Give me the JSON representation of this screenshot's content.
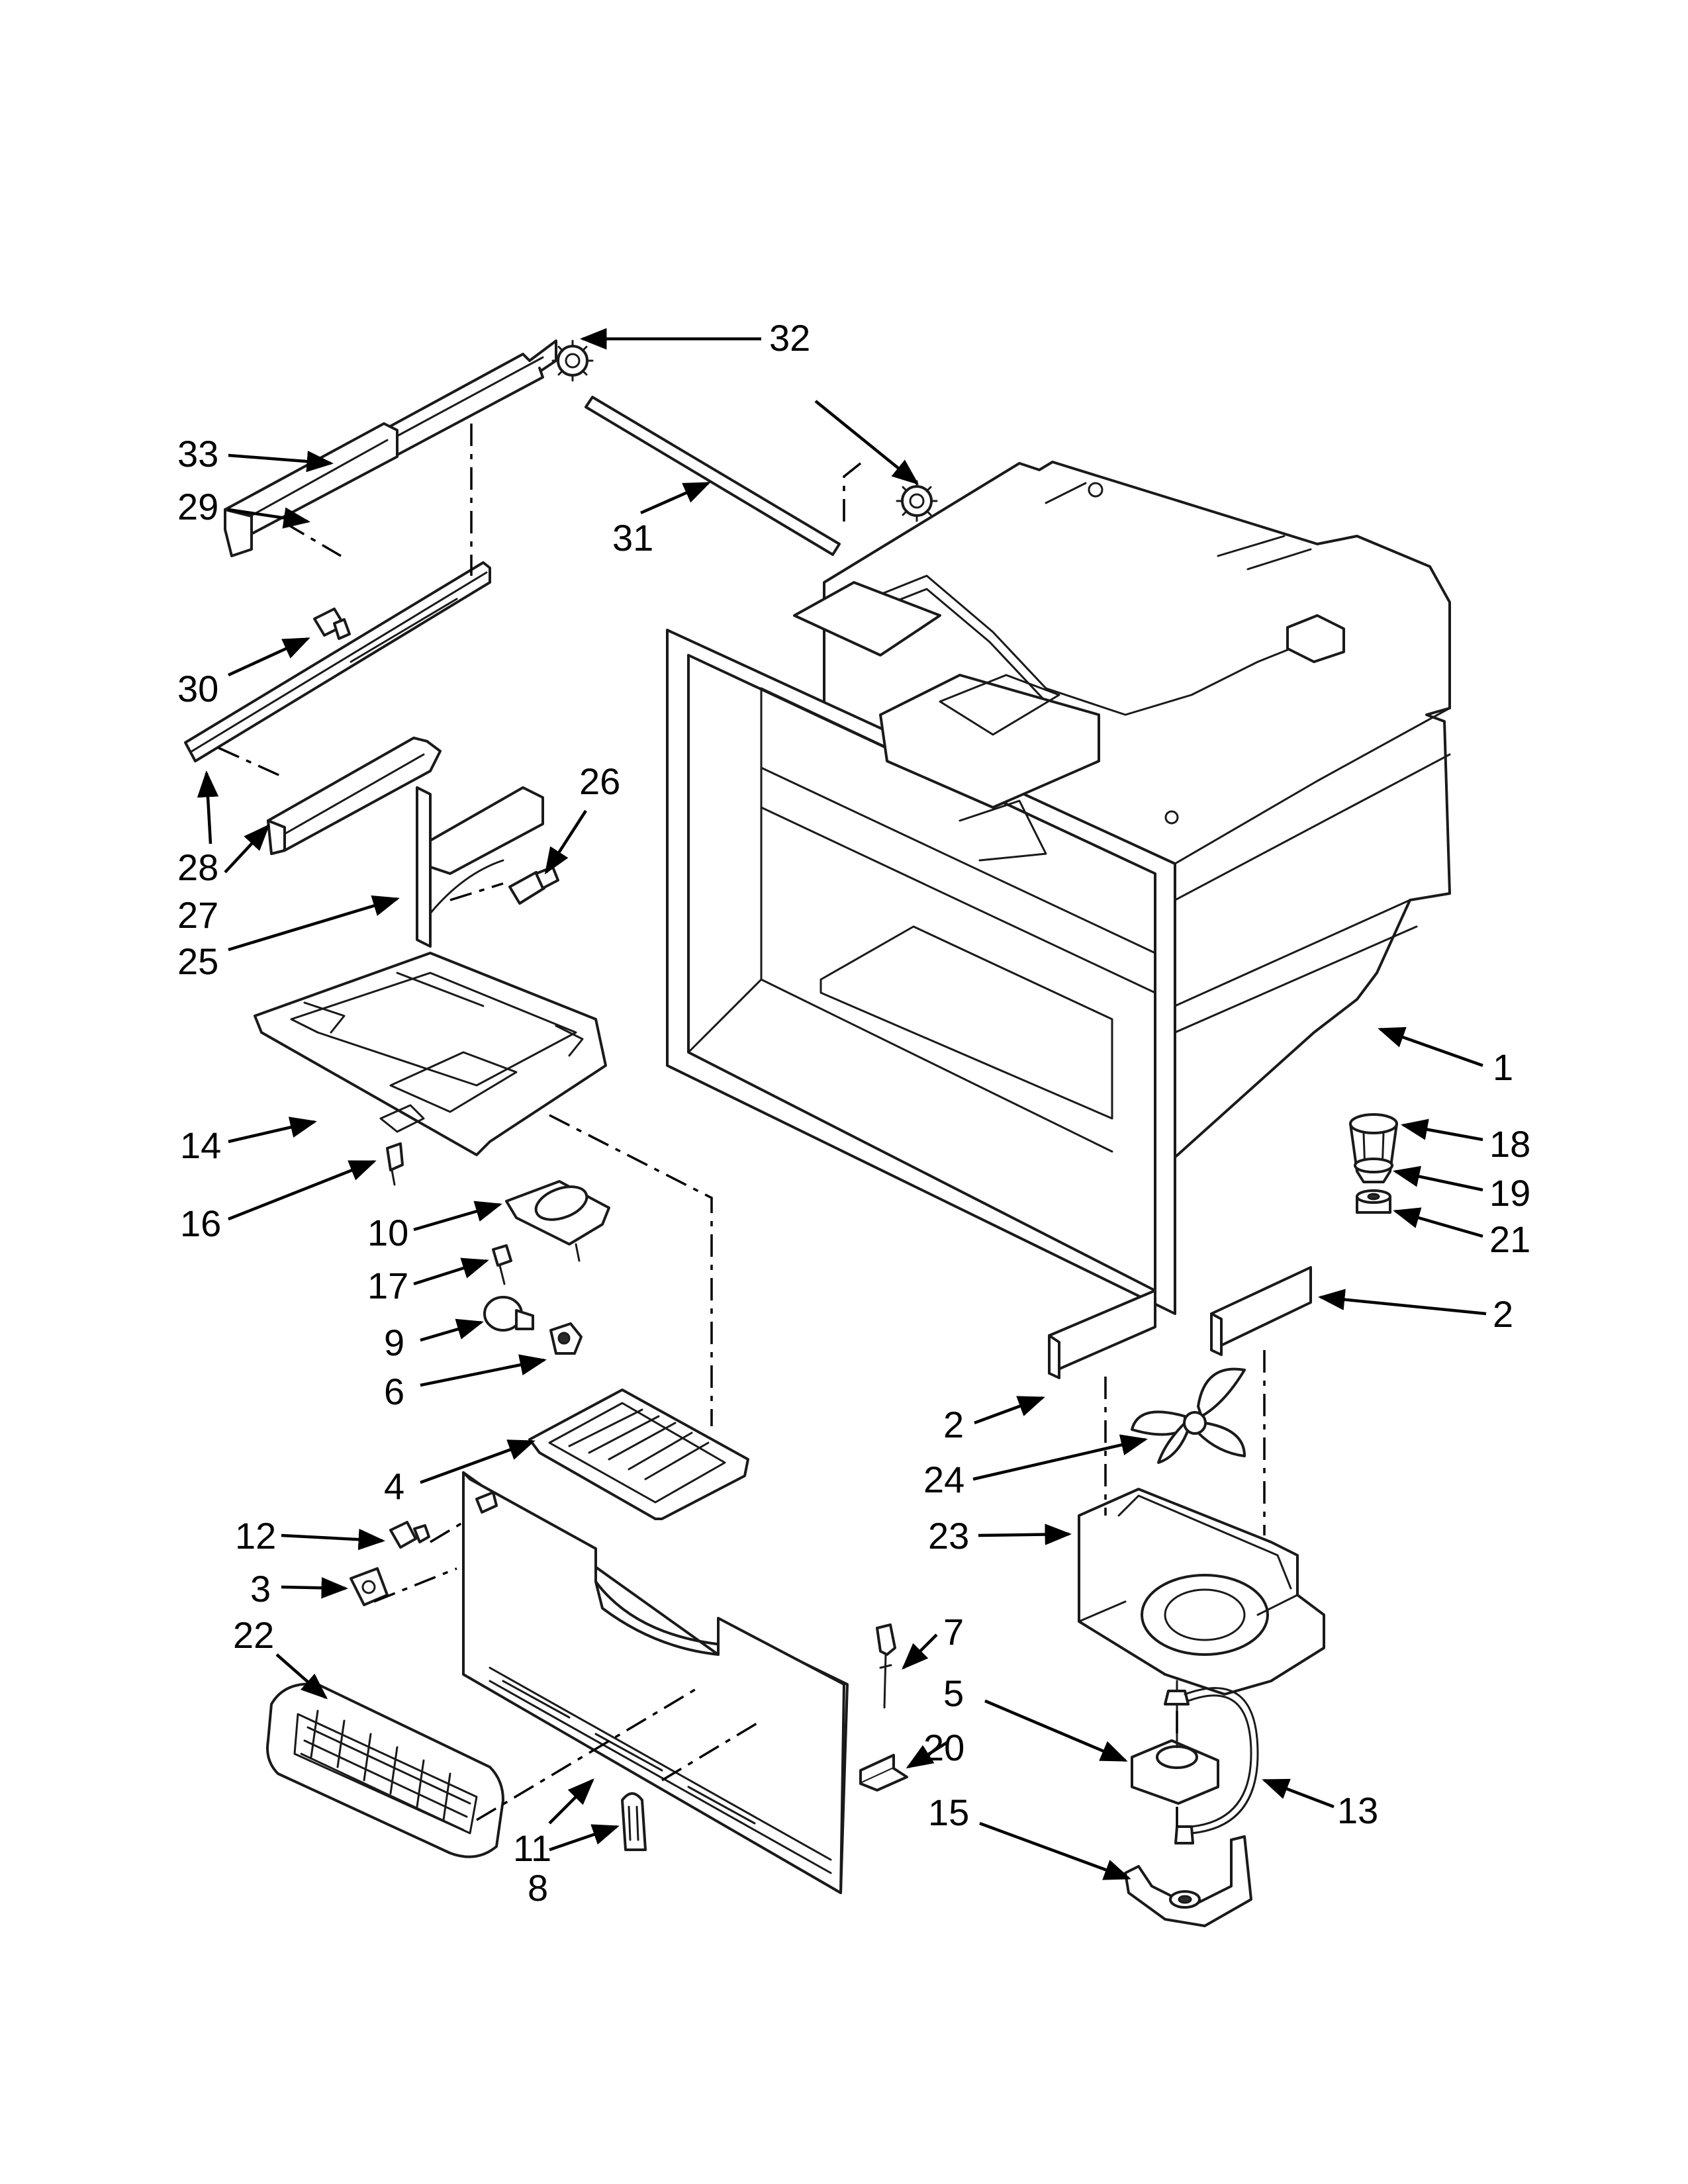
{
  "callouts": [
    {
      "id": "33",
      "text": "33"
    },
    {
      "id": "29",
      "text": "29"
    },
    {
      "id": "30",
      "text": "30"
    },
    {
      "id": "28",
      "text": "28"
    },
    {
      "id": "27",
      "text": "27"
    },
    {
      "id": "25",
      "text": "25"
    },
    {
      "id": "26",
      "text": "26"
    },
    {
      "id": "32",
      "text": "32"
    },
    {
      "id": "31",
      "text": "31"
    },
    {
      "id": "14",
      "text": "14"
    },
    {
      "id": "16",
      "text": "16"
    },
    {
      "id": "10",
      "text": "10"
    },
    {
      "id": "17",
      "text": "17"
    },
    {
      "id": "9",
      "text": "9"
    },
    {
      "id": "6",
      "text": "6"
    },
    {
      "id": "4",
      "text": "4"
    },
    {
      "id": "12",
      "text": "12"
    },
    {
      "id": "3",
      "text": "3"
    },
    {
      "id": "22",
      "text": "22"
    },
    {
      "id": "11",
      "text": "11"
    },
    {
      "id": "8",
      "text": "8"
    },
    {
      "id": "7",
      "text": "7"
    },
    {
      "id": "20",
      "text": "20"
    },
    {
      "id": "1",
      "text": "1"
    },
    {
      "id": "18",
      "text": "18"
    },
    {
      "id": "19",
      "text": "19"
    },
    {
      "id": "21",
      "text": "21"
    },
    {
      "id": "2a",
      "text": "2"
    },
    {
      "id": "2b",
      "text": "2"
    },
    {
      "id": "24",
      "text": "24"
    },
    {
      "id": "23",
      "text": "23"
    },
    {
      "id": "5",
      "text": "5"
    },
    {
      "id": "13",
      "text": "13"
    },
    {
      "id": "15",
      "text": "15"
    }
  ]
}
